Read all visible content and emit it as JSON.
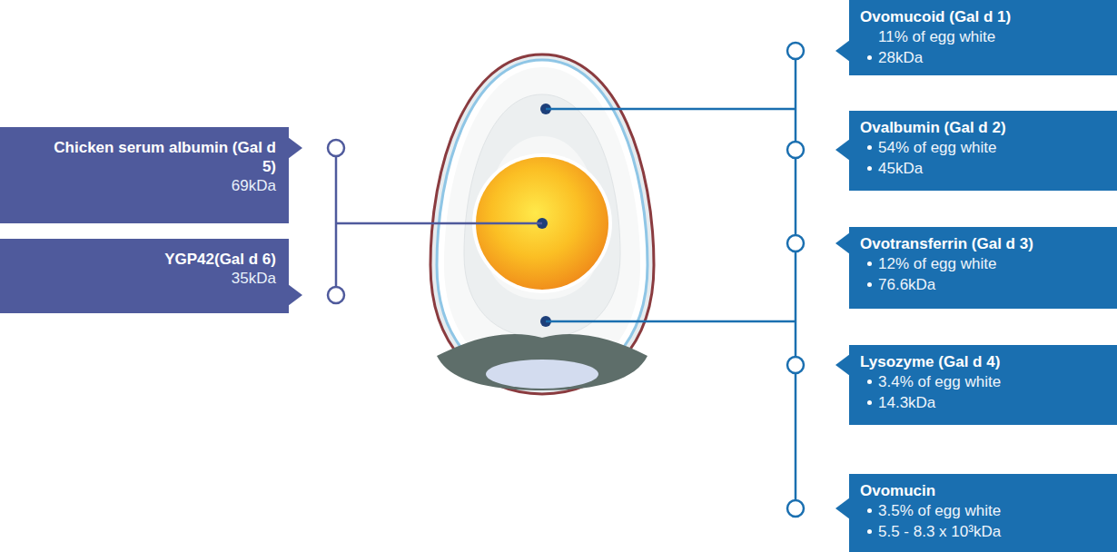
{
  "diagram": {
    "nodes": [
      {
        "text": [
          "Chicken serum albumin (Gal d 5)",
          "69kDa"
        ]
      },
      {
        "text": [
          "YGP42(Gal d 6)",
          "35kDa"
        ]
      },
      {
        "text": [
          "Ovomucoid (Gal d 1)",
          "11% of egg white",
          "28kDa"
        ]
      },
      {
        "text": [
          "Ovalbumin (Gal d 2)",
          "54% of egg white",
          "45kDa"
        ]
      },
      {
        "text": [
          "Ovotransferrin (Gal d 3)",
          "12% of egg white",
          "76.6kDa"
        ]
      },
      {
        "text": [
          "Lysozyme (Gal d 4)",
          "3.4% of egg white",
          "14.3kDa"
        ]
      },
      {
        "text": [
          "Ovomucin",
          "3.5% of egg white",
          "5.5 - 8.3 x 10³kDa"
        ]
      }
    ]
  }
}
